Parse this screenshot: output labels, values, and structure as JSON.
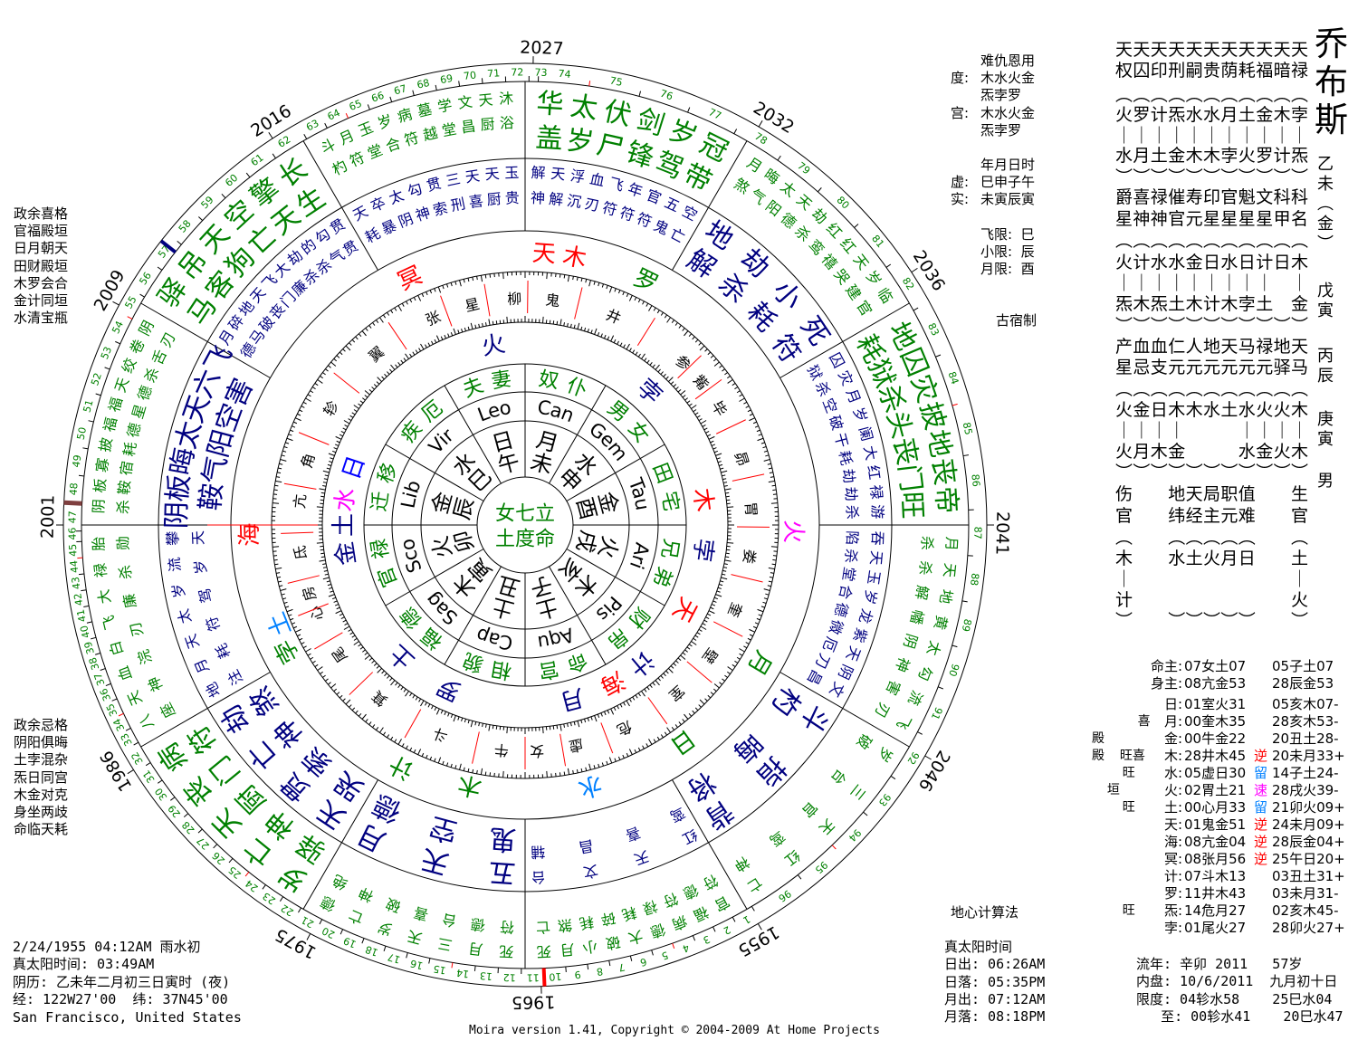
{
  "colors": {
    "green": "#008000",
    "navy": "#000080",
    "red": "#ff0000",
    "magenta": "#ff00ff",
    "blue": "#0080ff",
    "brown": "#7f3f3f"
  },
  "person": {
    "name": "乔布斯",
    "gender": "男",
    "pillars": [
      [
        "乙",
        "未",
        "︵",
        "金",
        "︶"
      ],
      [
        "戊",
        "寅"
      ],
      [
        "丙",
        "辰"
      ],
      [
        "庚",
        "寅"
      ]
    ]
  },
  "center": {
    "line1": "女七立",
    "line2": "土度命"
  },
  "palaces": [
    "奴仆",
    "男女",
    "田宅",
    "兄弟",
    "财帛",
    "命宫",
    "相貌",
    "福德",
    "官禄",
    "迁移",
    "疾厄",
    "夫妻"
  ],
  "signs": [
    "Can",
    "Gem",
    "Tau",
    "Ari",
    "Pis",
    "Aqu",
    "Cap",
    "Sag",
    "Sco",
    "Lib",
    "Vir",
    "Leo"
  ],
  "branches": [
    [
      "月",
      "未"
    ],
    [
      "水",
      "申"
    ],
    [
      "金",
      "酉"
    ],
    [
      "火",
      "戌"
    ],
    [
      "木",
      "亥"
    ],
    [
      "土",
      "子"
    ],
    [
      "土",
      "丑"
    ],
    [
      "木",
      "寅"
    ],
    [
      "火",
      "卯"
    ],
    [
      "金",
      "辰"
    ],
    [
      "水",
      "巳"
    ],
    [
      "日",
      "午"
    ]
  ],
  "mansions": [
    "柳",
    "鬼",
    "井",
    "参",
    "觜",
    "毕",
    "昴",
    "胃",
    "娄",
    "奎",
    "壁",
    "室",
    "危",
    "虚",
    "女",
    "牛",
    "斗",
    "箕",
    "尾",
    "心",
    "房",
    "氐",
    "亢",
    "角",
    "轸",
    "翼",
    "张",
    "星"
  ],
  "planets": [
    {
      "t": "冥",
      "c": "#ff0000"
    },
    {
      "t": "天",
      "c": "#ff0000"
    },
    {
      "t": "木",
      "c": "#ff0000"
    },
    {
      "t": "罗",
      "c": "#008000"
    },
    {
      "t": "孛",
      "c": "#000080"
    },
    {
      "t": "火",
      "c": "#000080"
    },
    {
      "t": "日",
      "c": "#0000ff"
    },
    {
      "t": "水",
      "c": "#ff00ff"
    },
    {
      "t": "土",
      "c": "#000080"
    },
    {
      "t": "金",
      "c": "#000080"
    },
    {
      "t": "木",
      "c": "#ff0000"
    },
    {
      "t": "孛",
      "c": "#000080"
    },
    {
      "t": "天",
      "c": "#ff0000"
    },
    {
      "t": "月",
      "c": "#008000"
    },
    {
      "t": "火",
      "c": "#ff00ff"
    },
    {
      "t": "计",
      "c": "#000080"
    },
    {
      "t": "海",
      "c": "#ff0000"
    },
    {
      "t": "日",
      "c": "#008000"
    },
    {
      "t": "月",
      "c": "#000080"
    },
    {
      "t": "水",
      "c": "#0080ff"
    },
    {
      "t": "木",
      "c": "#008000"
    },
    {
      "t": "土",
      "c": "#000080"
    },
    {
      "t": "计",
      "c": "#008000"
    },
    {
      "t": "罗",
      "c": "#000080"
    },
    {
      "t": "孛",
      "c": "#008000"
    },
    {
      "t": "土",
      "c": "#0080ff"
    },
    {
      "t": "海",
      "c": "#ff0000"
    }
  ],
  "sectors": [
    {
      "outer": [
        "华太伏剑岁冠",
        "盖岁尸锋驾带"
      ],
      "oc": "#008000",
      "middle": [
        "解天浮血飞年官五空",
        "神解沉刃符符符鬼亡"
      ],
      "mc": "#000080"
    },
    {
      "outer": [
        "月晦太天劫红红天岁临",
        "煞气阳德杀鸾禧哭建官"
      ],
      "oc": "#008000",
      "middle": [
        "地劫小死",
        "解杀耗符"
      ],
      "mc": "#000080"
    },
    {
      "outer": [
        "地囚灾披地丧帝",
        "耗狱杀头丧门旺"
      ],
      "oc": "#008000",
      "middle": [
        "囚灾月岁阑大红禄游",
        "狱杀空破干耗劫劫杀"
      ],
      "mc": "#000080"
    },
    {
      "outer": [
        "月天地黄太勾流飞",
        "杀杀解幡阴神害刃"
      ],
      "oc": "#008000",
      "middle": [
        "吞天玉岁龙紫天阴文",
        "陷杀堂合德微厄刀昌"
      ],
      "mc": "#000080"
    },
    {
      "outer": [
        "岁三天红亡",
        "破台官鸾神"
      ],
      "oc": "#008000",
      "middle": [
        "斗指背",
        "杓晦将"
      ],
      "mc": "#000080"
    },
    {
      "outer": [
        "官福病德大破小月死",
        "符德符禄耗碎耗煞亡"
      ],
      "oc": "#008000",
      "middle": [
        "红天文台",
        "鸾喜昌辅"
      ],
      "mc": "#000080"
    },
    {
      "outer": [
        "死月三天岁亡德",
        "符德台喜破神绝"
      ],
      "oc": "#008000",
      "middle": [
        "五天月",
        "鬼空德"
      ],
      "mc": "#000080"
    },
    {
      "outer": [
        "岁亡天丧病",
        "驿神厨门符"
      ],
      "oc": "#008000",
      "middle": [
        "天贯亡劫",
        "哭索神煞"
      ],
      "mc": "#000080"
    },
    {
      "outer": [
        "八天血白飞大禄胎",
        "座神浣刃廉杀勋"
      ],
      "oc": "#008000",
      "middle": [
        "地月天太岁流攀",
        "注耗符驾岁天"
      ],
      "mc": "#000080"
    },
    {
      "outer": [
        "阴板寡披福福天绞卷阴",
        "杀鞍宿耗德星德杀舌刃"
      ],
      "oc": "#008000",
      "middle": [
        "阴板晦太天六飞",
        "杀鞍气阳空害刃"
      ],
      "mc": "#000080"
    },
    {
      "outer": [
        "驿吊天空擎长",
        "马客狗亡天生"
      ],
      "oc": "#008000",
      "middle": [
        "月碎地天飞大劫的勾贯",
        "德马破丧门廉杀杀气贯"
      ],
      "mc": "#000080"
    },
    {
      "outer": [
        "斗月玉岁病墓学文天沐",
        "杓符堂合符越堂昌厨浴"
      ],
      "oc": "#008000",
      "middle": [
        "天卒太勾贯三天天玉",
        "耗暴阴神索刑喜厨贵"
      ],
      "mc": "#000080"
    }
  ],
  "ages": {
    "first": 1,
    "last": 96,
    "birth_year": 1955
  },
  "year_labels": [
    "1955",
    "1965",
    "1975",
    "1986",
    "2001",
    "2009",
    "2016",
    "2027",
    "2032",
    "2036",
    "2041",
    "2046"
  ],
  "left_top": [
    "政余喜格",
    "官福殿垣",
    "日月朝天",
    "田财殿垣",
    "木罗会合",
    "金计同垣",
    "水清宝瓶"
  ],
  "left_bottom": [
    "政余忌格",
    "阴阳俱晦",
    "土孛混杂",
    "炁日同宫",
    "木金对克",
    "身坐两歧",
    "命临天耗"
  ],
  "birth": [
    "2/24/1955 04:12AM 雨水初",
    "真太阳时间: 03:49AM",
    "阴历: 乙未年二月初三日寅时 (夜)",
    "经: 122W27'00  纬: 37N45'00",
    "San Francisco, United States"
  ],
  "copyright": "Moira version 1.41, Copyright © 2004-2009 At Home Projects",
  "info": {
    "l1": "难仇恩用",
    "l2_label": "度:",
    "l2": "木水火金",
    "l3": "炁孛罗",
    "l4_label": "宫:",
    "l4": "木水火金",
    "l5": "炁孛罗",
    "l6": "年月日时",
    "l7_label": "虚:",
    "l7": "巳申子午",
    "l8_label": "实:",
    "l8": "未寅辰寅",
    "fly": "飞限:  巳",
    "small": "小限:  辰",
    "month": "月限:  酉",
    "system": "古宿制",
    "calc": "地心计算法"
  },
  "grid": [
    "天天天天天天天天天天天",
    "权囚印刑嗣贵荫耗福暗禄",
    "︵︵︵︵︵︵︵︵︵︵︵",
    "火罗计炁水水月土金木孛",
    "｜｜｜｜｜｜｜｜｜｜｜",
    "水月土金木木孛火罗计炁",
    "︶︶︶︶︶︶︶︶︶︶︶",
    "爵喜禄催寿印官魁文科科",
    "星神神官元星星星星甲名",
    "︵︵︵︵︵︵︵︵︵︵︵",
    "火计水水金日水日计日木",
    "｜｜｜｜｜｜｜｜｜　｜",
    "炁木炁土木计木孛土　金",
    "︶︶︶︶︶︶︶︶︶︶︶",
    "产血血仁人地天马禄地天",
    "星忌支元元元元元元驿马",
    "︵︵︵︵︵︵︵︵︵︵︵",
    "火金日木木水土水火火木",
    "｜｜｜｜　　　｜｜｜｜",
    "火月木金　　　水金火木",
    "︶︶︶︶︶︶︶︶︶︶︶",
    "伤　　地天局职值　　生",
    "官　　纬经主元难　　官",
    "︵　　︵︵︵︵︵　　︵",
    "木　　水土火月日　　土",
    "｜　　　　　　　　　｜",
    "计　　　　　　　　　火",
    "︶　　︶︶︶︶︶　　︶"
  ],
  "table": [
    {
      "pre": "",
      "label": "命主:",
      "p1": "07女土07",
      "flag": "",
      "fc": "",
      "p2": "05子土07"
    },
    {
      "pre": "",
      "label": "身主:",
      "p1": "08亢金53",
      "flag": "",
      "fc": "",
      "p2": "28辰金53"
    },
    {
      "pre": "",
      "label": "日:",
      "p1": "01室火31",
      "flag": "",
      "fc": "",
      "p2": "05亥木07-"
    },
    {
      "pre": "      喜",
      "label": "月:",
      "p1": "00奎木35",
      "flag": "",
      "fc": "",
      "p2": "28亥木53-"
    },
    {
      "pre": "殿",
      "label": "金:",
      "p1": "00牛金22",
      "flag": "",
      "fc": "",
      "p2": "20丑土28-"
    },
    {
      "pre": "殿  旺喜",
      "label": "木:",
      "p1": "28井木45",
      "flag": "逆",
      "fc": "#ff0000",
      "p2": "20未月33+"
    },
    {
      "pre": "    旺",
      "label": "水:",
      "p1": "05虚日30",
      "flag": "留",
      "fc": "#0080ff",
      "p2": "14子土24-"
    },
    {
      "pre": "  垣",
      "label": "火:",
      "p1": "02胃土21",
      "flag": "速",
      "fc": "#ff00ff",
      "p2": "28戌火39-"
    },
    {
      "pre": "    旺",
      "label": "土:",
      "p1": "00心月33",
      "flag": "留",
      "fc": "#0080ff",
      "p2": "21卯火09+"
    },
    {
      "pre": "",
      "label": "天:",
      "p1": "01鬼金51",
      "flag": "逆",
      "fc": "#ff0000",
      "p2": "24未月09+"
    },
    {
      "pre": "",
      "label": "海:",
      "p1": "08亢金04",
      "flag": "逆",
      "fc": "#ff0000",
      "p2": "28辰金04+"
    },
    {
      "pre": "",
      "label": "冥:",
      "p1": "08张月56",
      "flag": "逆",
      "fc": "#ff0000",
      "p2": "25午日20+"
    },
    {
      "pre": "",
      "label": "计:",
      "p1": "07斗木13",
      "flag": "",
      "fc": "",
      "p2": "03丑土31+"
    },
    {
      "pre": "",
      "label": "罗:",
      "p1": "11井木43",
      "flag": "",
      "fc": "",
      "p2": "03未月31-"
    },
    {
      "pre": "    旺",
      "label": "炁:",
      "p1": "14危月27",
      "flag": "",
      "fc": "",
      "p2": "02亥木45-"
    },
    {
      "pre": "",
      "label": "孛:",
      "p1": "01尾火27",
      "flag": "",
      "fc": "",
      "p2": "28卯火27+"
    }
  ],
  "sun": [
    "真太阳时间",
    "日出: 06:26AM",
    "日落: 05:35PM",
    "月出: 07:12AM",
    "月落: 08:18PM"
  ],
  "flow": [
    "流年: 辛卯 2011   57岁",
    "内盘: 10/6/2011  九月初十日",
    "限度: 04轸水58    25巳水04",
    "   至: 00轸水41    20巳水47"
  ]
}
